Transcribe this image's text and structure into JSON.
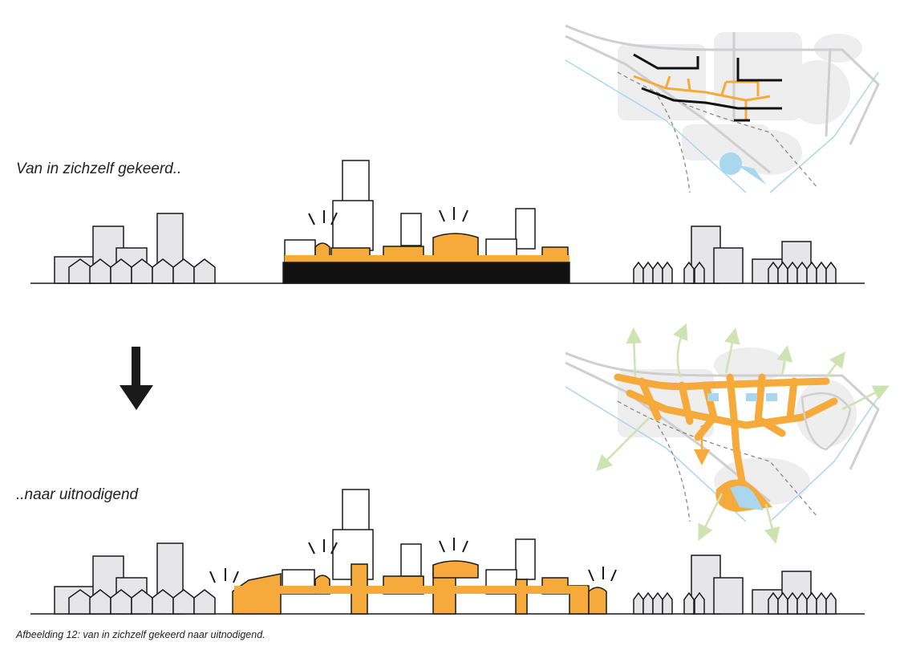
{
  "labels": {
    "top": "Van in zichzelf gekeerd..",
    "bottom": "..naar uitnodigend"
  },
  "caption": "Afbeelding 12: van in zichzelf gekeerd naar uitnodigend.",
  "colors": {
    "accent": "#F5AA3B",
    "building_fill": "#E6E6E8",
    "outline": "#1a1a1a",
    "map_block": "#EEEEEF",
    "map_road": "#CFCFD2",
    "water": "#A9D7EE",
    "green_arrow": "#CDE3B2"
  },
  "icons": [
    "down-arrow-icon",
    "highlight-rays-icon"
  ]
}
